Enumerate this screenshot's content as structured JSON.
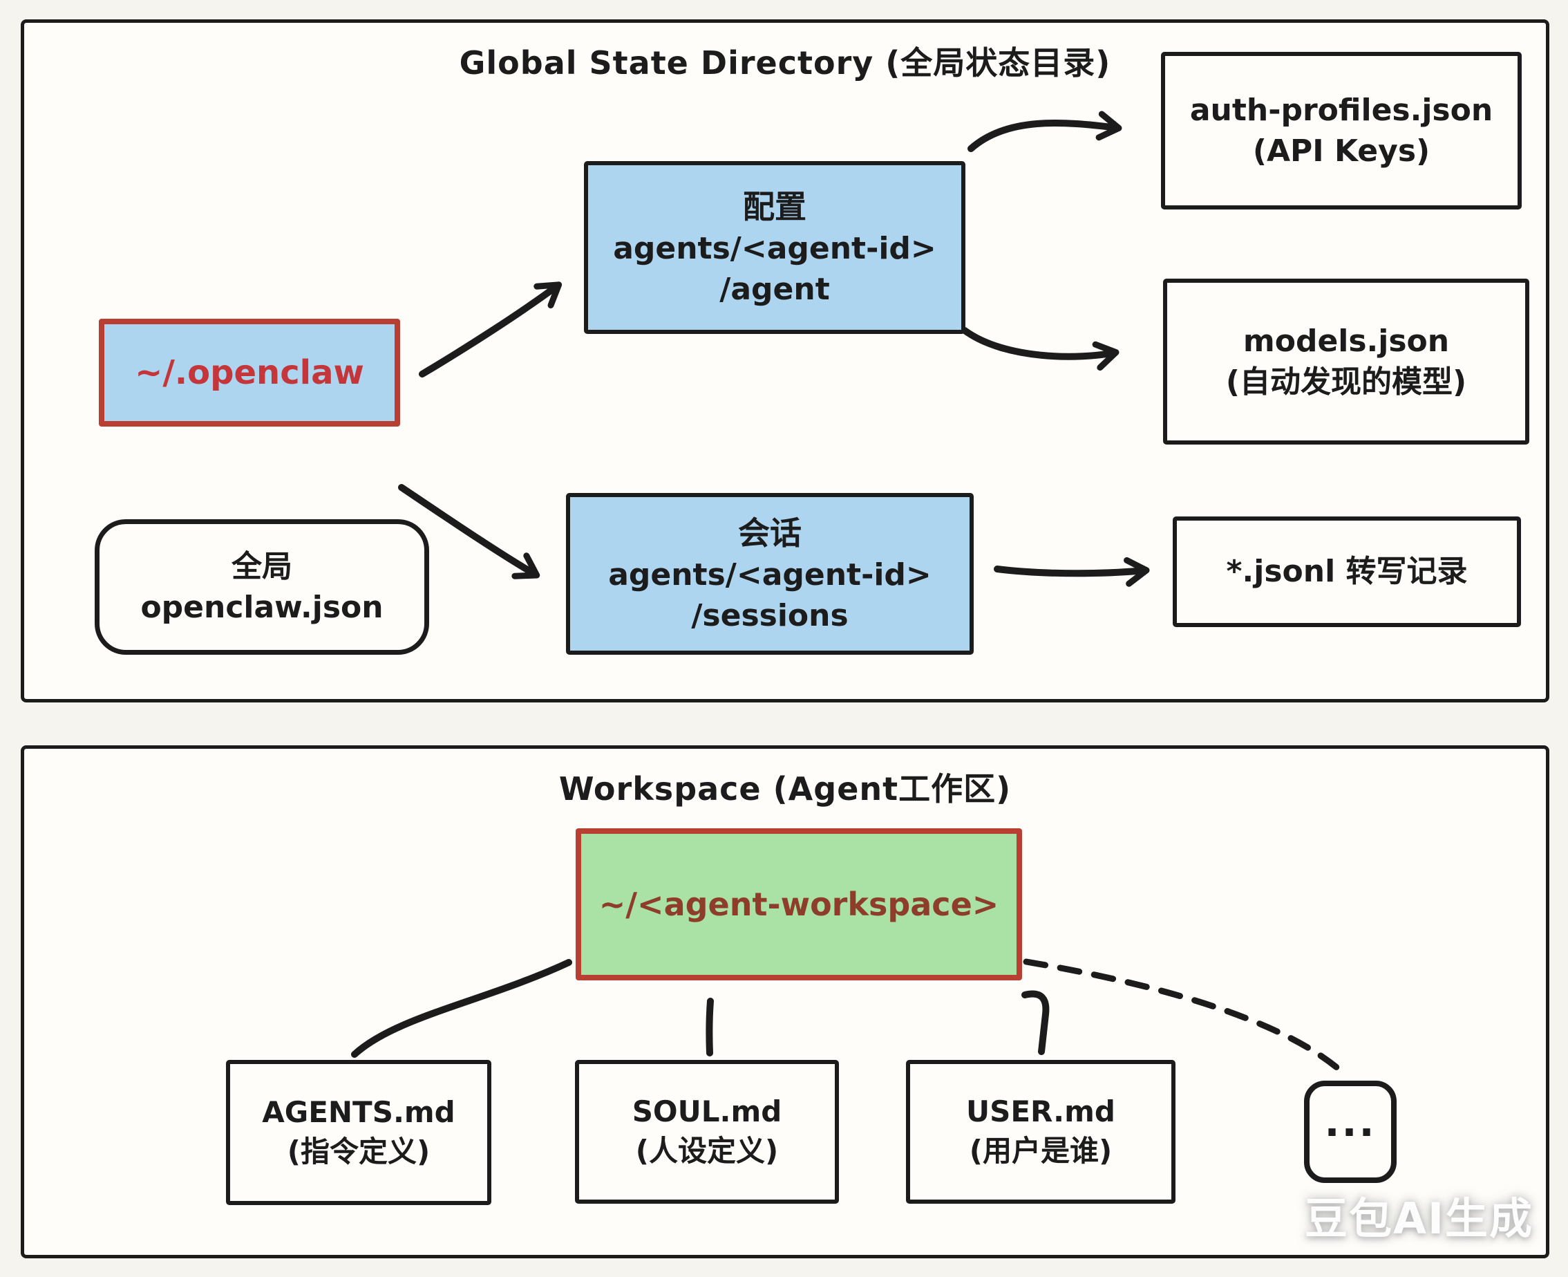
{
  "watermark": "豆包AI生成",
  "colors": {
    "ink": "#1c1c1c",
    "blue_fill": "#aed5ef",
    "green_fill": "#a9e2a4",
    "red_border": "#b93f33",
    "red_text": "#c4363a",
    "brown_red_text": "#8e3d2b",
    "panel_bg": "#fefdfa",
    "page_bg": "#f6f4ee"
  },
  "global_panel": {
    "title": "Global State Directory (全局状态目录)",
    "openclaw_box": {
      "label": "~/.openclaw"
    },
    "global_json_box": {
      "line1": "全局",
      "line2": "openclaw.json"
    },
    "config_box": {
      "line1": "配置",
      "line2": "agents/<agent-id>",
      "line3": "/agent"
    },
    "sessions_box": {
      "line1": "会话",
      "line2": "agents/<agent-id>",
      "line3": "/sessions"
    },
    "auth_box": {
      "line1": "auth-profiles.json",
      "line2": "(API Keys)"
    },
    "models_box": {
      "line1": "models.json",
      "line2": "(自动发现的模型)"
    },
    "jsonl_box": {
      "label": "*.jsonl 转写记录"
    }
  },
  "workspace_panel": {
    "title": "Workspace (Agent工作区)",
    "workspace_box": {
      "label": "~/<agent-workspace>"
    },
    "agents_md_box": {
      "line1": "AGENTS.md",
      "line2": "(指令定义)"
    },
    "soul_md_box": {
      "line1": "SOUL.md",
      "line2": "(人设定义)"
    },
    "user_md_box": {
      "line1": "USER.md",
      "line2": "(用户是谁)"
    },
    "more_box": {
      "label": "..."
    }
  }
}
